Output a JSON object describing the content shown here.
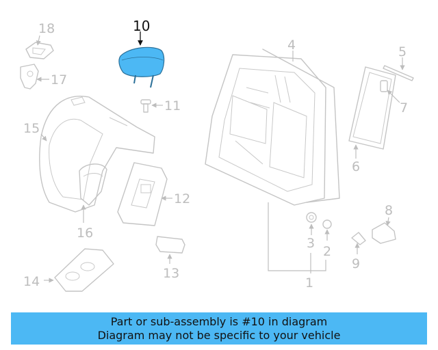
{
  "diagram": {
    "callouts": {
      "c1": "1",
      "c2": "2",
      "c3": "3",
      "c4": "4",
      "c5": "5",
      "c6": "6",
      "c7": "7",
      "c8": "8",
      "c9": "9",
      "c10": "10",
      "c11": "11",
      "c12": "12",
      "c13": "13",
      "c14": "14",
      "c15": "15",
      "c16": "16",
      "c17": "17",
      "c18": "18"
    },
    "highlight_part": "10",
    "colors": {
      "highlight_fill": "#4cb8f4",
      "line_gray": "#c4c4c4",
      "banner_bg": "#4cb8f4"
    }
  },
  "banner": {
    "line1": "Part or sub-assembly is #10 in diagram",
    "line2": "Diagram may not be specific to your vehicle"
  }
}
